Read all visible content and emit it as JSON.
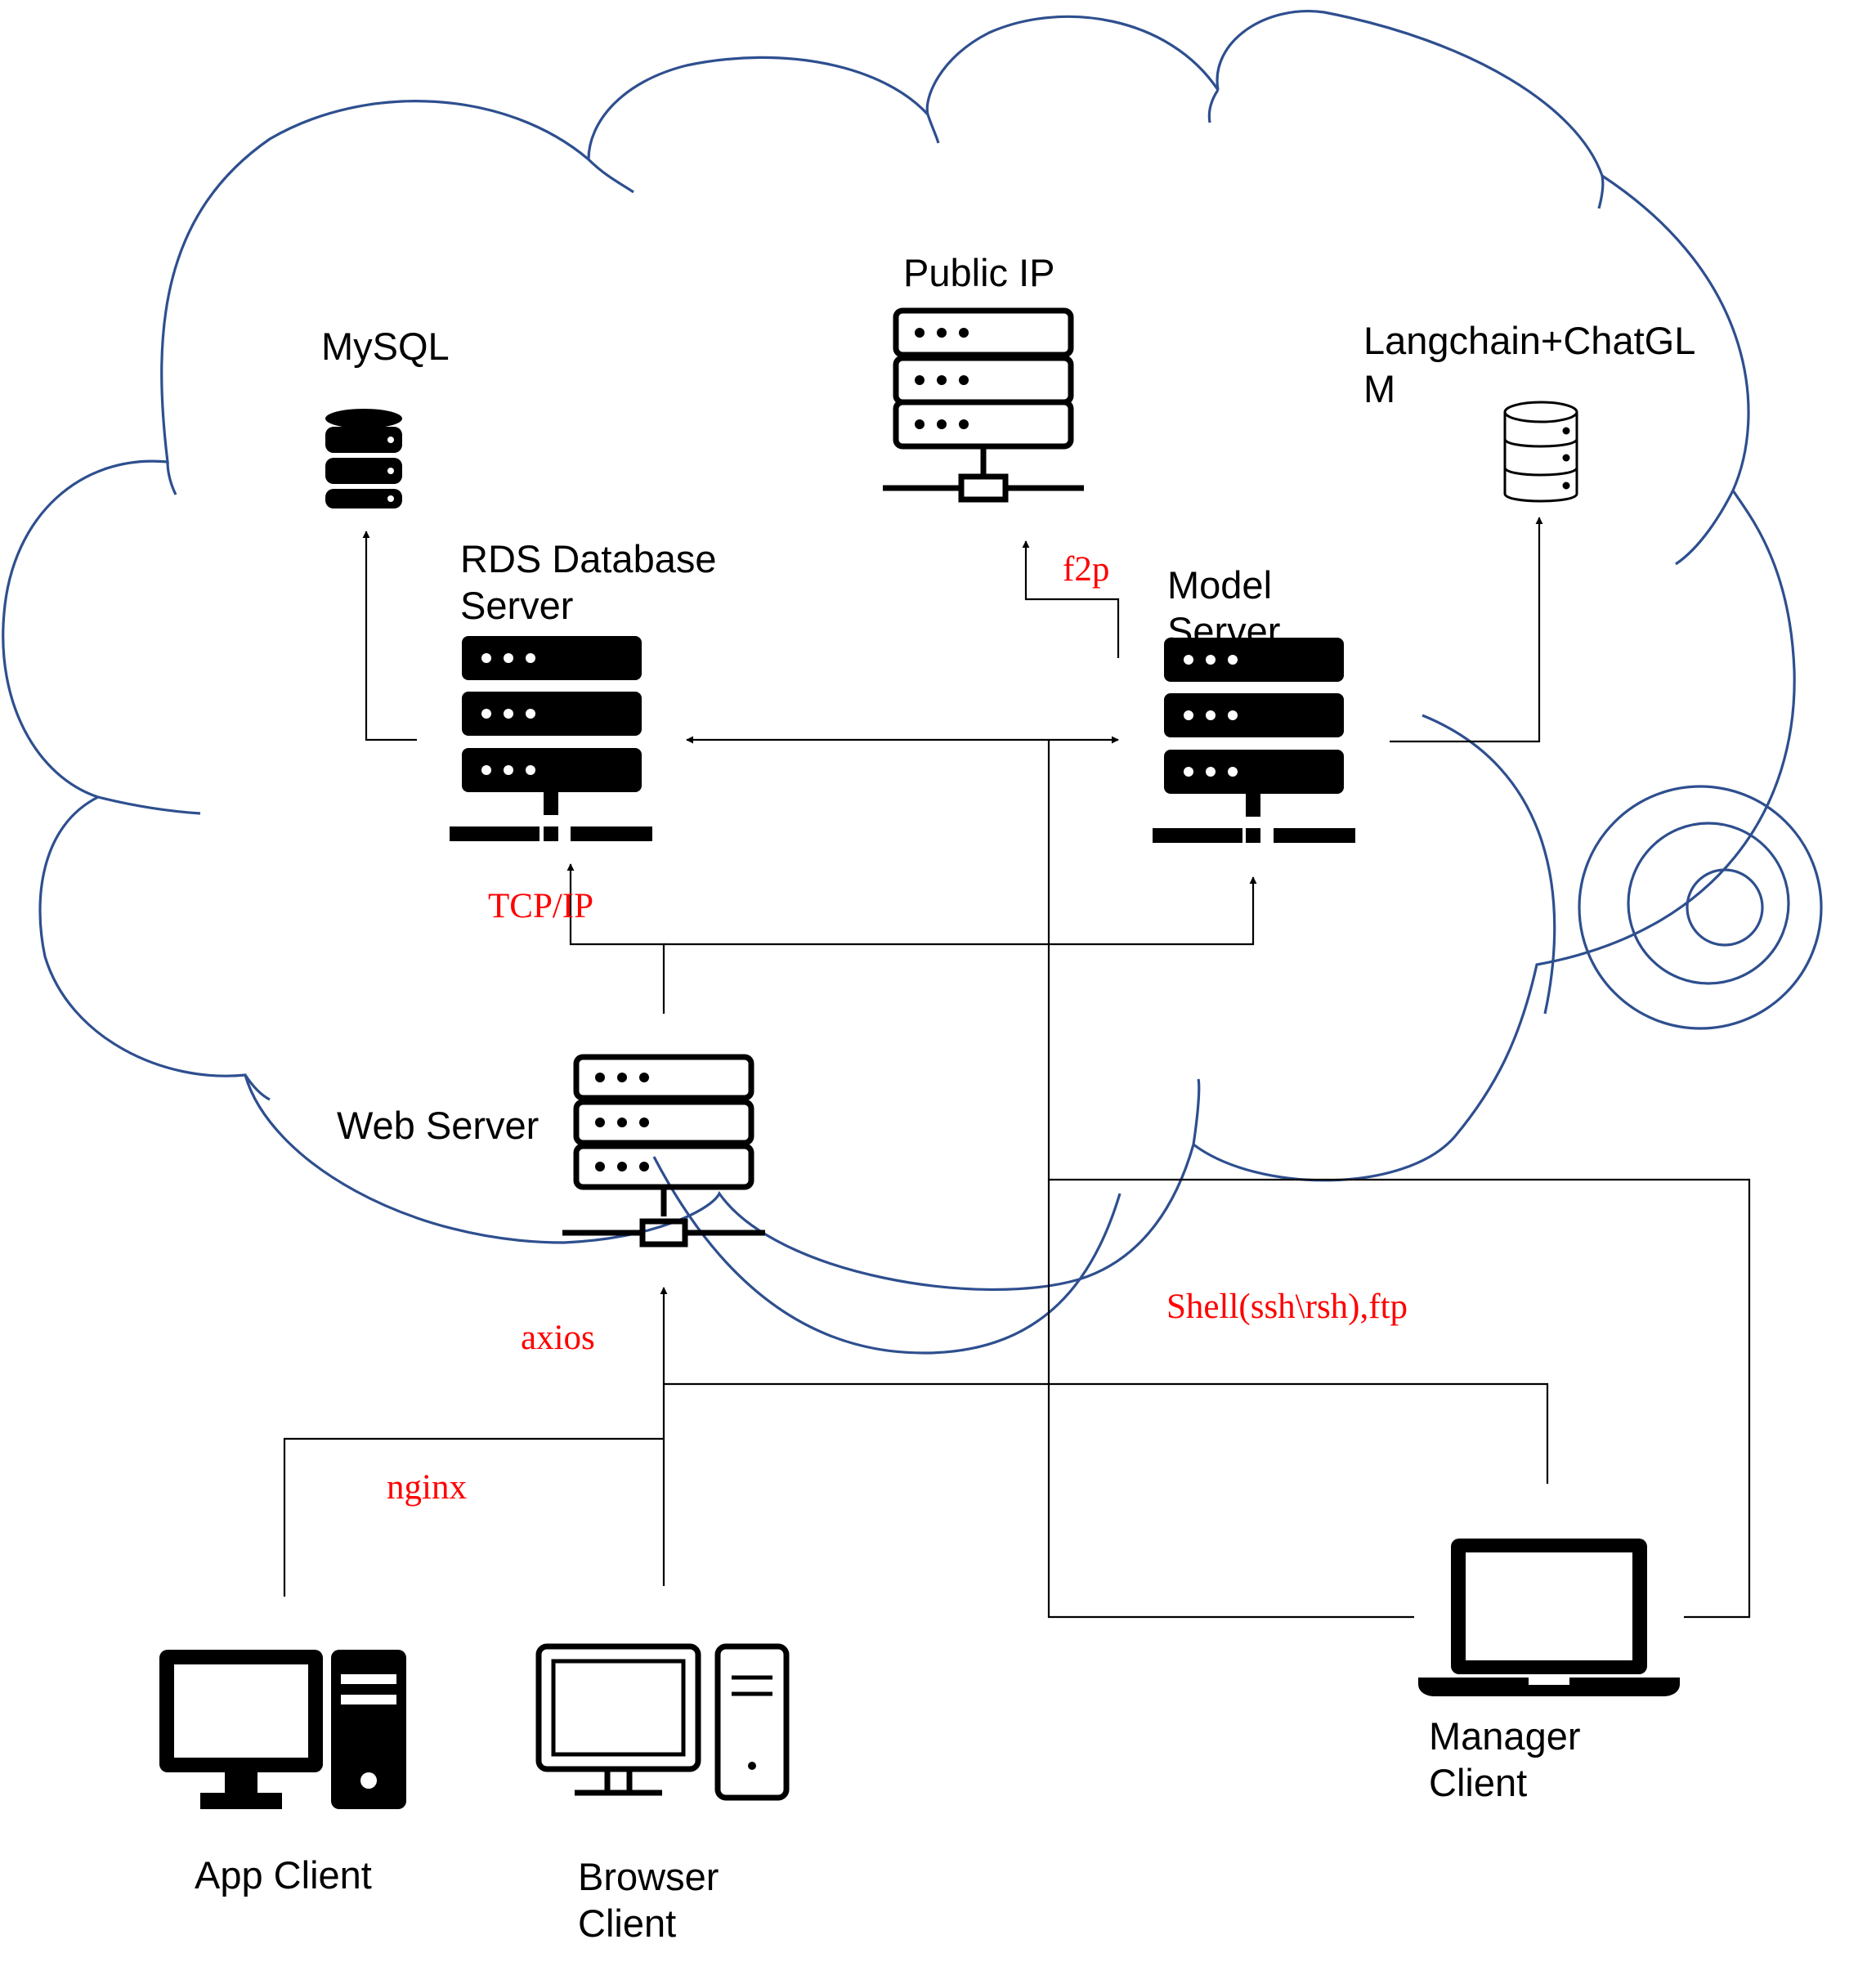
{
  "colors": {
    "cloud_outline": "#2e4f8f",
    "protocol_text": "#ff0000",
    "icons": "#000000",
    "connectors": "#000000"
  },
  "nodes": {
    "mysql": {
      "label": "MySQL",
      "icon": "database-icon-filled"
    },
    "public_ip": {
      "label": "Public IP",
      "icon": "server-rack-outline-icon"
    },
    "langchain": {
      "label_line1": "Langchain+ChatGL",
      "label_line2": "M",
      "icon": "database-icon-outline"
    },
    "rds": {
      "label_line1": "RDS Database",
      "label_line2": "Server",
      "icon": "server-rack-filled-icon"
    },
    "model": {
      "label_line1": "Model",
      "label_line2": "Server",
      "icon": "server-rack-filled-icon"
    },
    "web": {
      "label": "Web Server",
      "icon": "server-rack-outline-icon"
    },
    "app_client": {
      "label": "App Client",
      "icon": "desktop-computer-filled-icon"
    },
    "browser_client": {
      "label_line1": "Browser",
      "label_line2": "Client",
      "icon": "desktop-computer-outline-icon"
    },
    "manager_client": {
      "label_line1": "Manager",
      "label_line2": "Client",
      "icon": "laptop-icon"
    }
  },
  "protocols": {
    "f2p": "f2p",
    "tcpip": "TCP/IP",
    "shell": "Shell(ssh\\rsh),ftp",
    "axios": "axios",
    "nginx": "nginx"
  }
}
